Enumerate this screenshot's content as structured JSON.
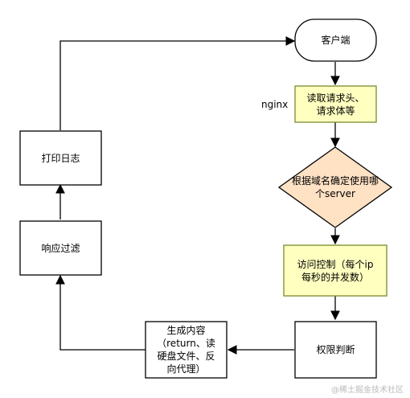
{
  "diagram": {
    "nodes": {
      "client": {
        "text": "客户端"
      },
      "read_headers": {
        "text": "读取请求头、\n请求体等"
      },
      "pick_server": {
        "text": "根据域名确定使用哪\n个server"
      },
      "access_control": {
        "text": "访问控制（每个ip\n每秒的并发数）"
      },
      "auth_check": {
        "text": "权限判断"
      },
      "generate_content": {
        "text": "生成内容\n（return、读\n硬盘文件、反\n向代理）"
      },
      "response_filter": {
        "text": "响应过滤"
      },
      "print_log": {
        "text": "打印日志"
      }
    },
    "side_label": "nginx",
    "watermark": "@稀土掘金技术社区"
  },
  "colors": {
    "stroke": "#000000",
    "note_fill": "#ffffc0",
    "note_stroke": "#7a8a2e",
    "decision_fill": "#ffe1c4",
    "white": "#ffffff"
  }
}
